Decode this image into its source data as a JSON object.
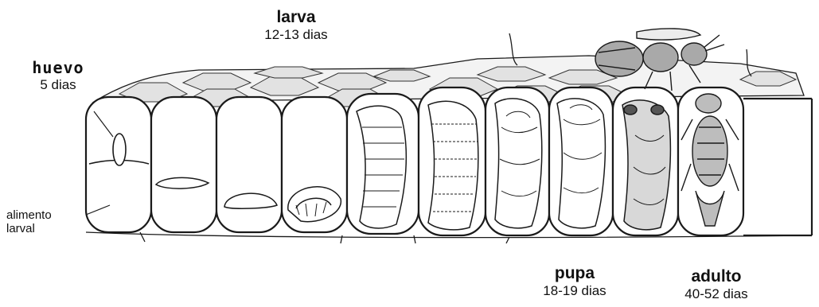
{
  "stages": {
    "larva": {
      "name": "larva",
      "duration": "12-13 dias"
    },
    "huevo": {
      "name": "huevo",
      "duration": "5 dias"
    },
    "pupa": {
      "name": "pupa",
      "duration": "18-19 dias"
    },
    "adulto": {
      "name": "adulto",
      "duration": "40-52 dias"
    }
  },
  "labels": {
    "alimento_line1": "alimento",
    "alimento_line2": "larval"
  },
  "cells": [
    {
      "stage": "huevo",
      "content": "egg"
    },
    {
      "stage": "larva",
      "content": "small-larva"
    },
    {
      "stage": "larva",
      "content": "curled-larva-small"
    },
    {
      "stage": "larva",
      "content": "curled-larva-large"
    },
    {
      "stage": "larva",
      "content": "stretched-larva"
    },
    {
      "stage": "pupa",
      "content": "prepupa"
    },
    {
      "stage": "pupa",
      "content": "white-pupa"
    },
    {
      "stage": "pupa",
      "content": "developing-pupa"
    },
    {
      "stage": "pupa",
      "content": "dark-pupa"
    },
    {
      "stage": "adulto",
      "content": "emerging-bee"
    },
    {
      "stage": "adulto",
      "content": "empty-cell"
    }
  ],
  "colors": {
    "ink": "#1a1a1a",
    "paper": "#ffffff",
    "shade": "#9a9a9a"
  }
}
